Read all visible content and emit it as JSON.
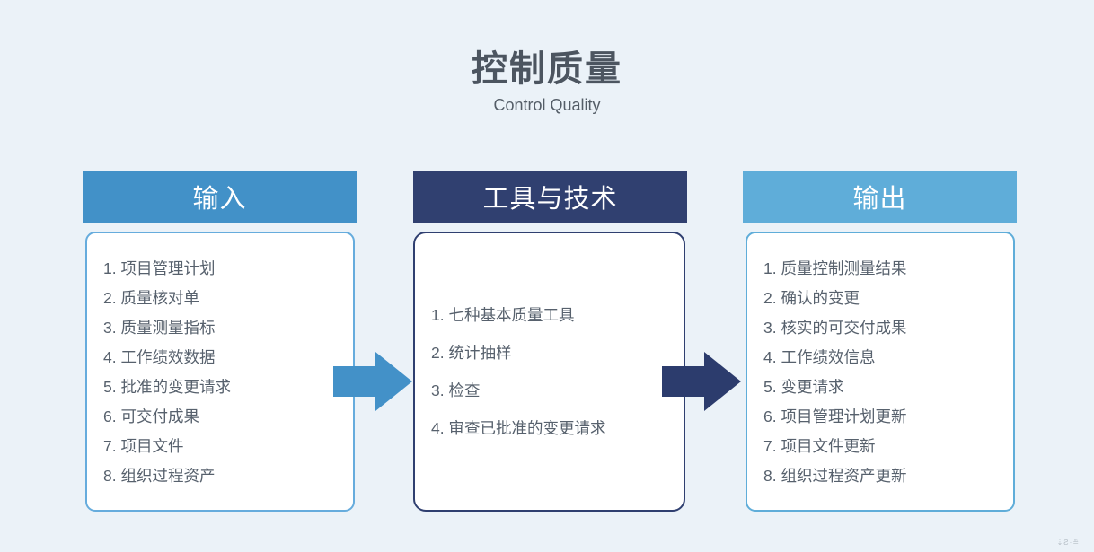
{
  "title": "控制质量",
  "subtitle": "Control Quality",
  "columns": [
    {
      "header": "输入",
      "items": [
        "1. 项目管理计划",
        "2. 质量核对单",
        "3. 质量测量指标",
        "4. 工作绩效数据",
        "5. 批准的变更请求",
        "6. 可交付成果",
        "7. 项目文件",
        "8. 组织过程资产"
      ]
    },
    {
      "header": "工具与技术",
      "items": [
        "1. 七种基本质量工具",
        "2. 统计抽样",
        "3. 检查",
        "4. 审查已批准的变更请求"
      ]
    },
    {
      "header": "输出",
      "items": [
        "1. 质量控制测量结果",
        "2. 确认的变更",
        "3. 核实的可交付成果",
        "4. 工作绩效信息",
        "5. 变更请求",
        "6. 项目管理计划更新",
        "7. 项目文件更新",
        "8. 组织过程资产更新"
      ]
    }
  ],
  "colors": {
    "background": "#ebf2f8",
    "input_header": "#4291c8",
    "tools_header": "#304070",
    "output_header": "#5fadd9",
    "input_card_border": "#66acdd",
    "tools_card_border": "#2f3f70",
    "output_card_border": "#5fadd9",
    "arrow_input_to_tools": "#4391c8",
    "arrow_tools_to_output": "#2c3c6d",
    "title_text": "#4c5560",
    "list_text": "#57616d"
  },
  "watermark": "⇣Ƨ·≞"
}
